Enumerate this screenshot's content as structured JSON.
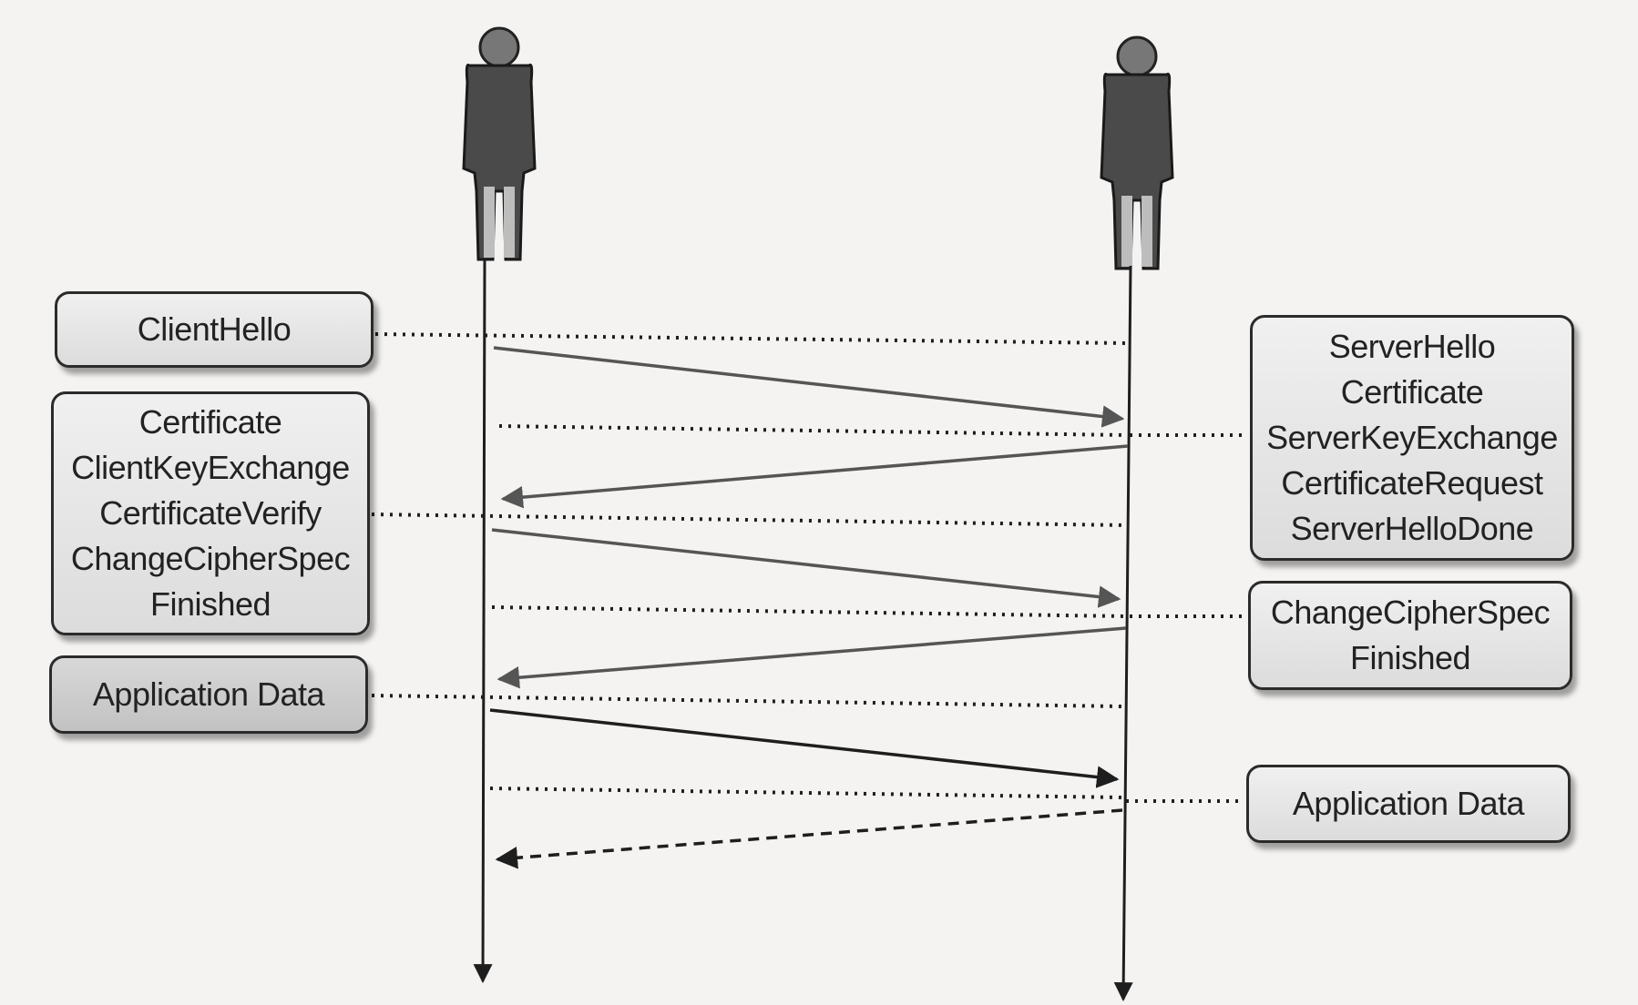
{
  "client_messages": [
    {
      "lines": [
        "ClientHello"
      ]
    },
    {
      "lines": [
        "Certificate",
        "ClientKeyExchange",
        "CertificateVerify",
        "ChangeCipherSpec",
        "Finished"
      ]
    },
    {
      "lines": [
        "Application Data"
      ]
    }
  ],
  "server_messages": [
    {
      "lines": [
        "ServerHello",
        "Certificate",
        "ServerKeyExchange",
        "CertificateRequest",
        "ServerHelloDone"
      ]
    },
    {
      "lines": [
        "ChangeCipherSpec",
        "Finished"
      ]
    },
    {
      "lines": [
        "Application Data"
      ]
    }
  ],
  "participants": [
    {
      "icon": "person-icon"
    },
    {
      "icon": "person-icon"
    }
  ],
  "colors": {
    "line": "#2a2a2a",
    "arrow_gray": "#555555",
    "figure": "#4a4a4a",
    "box_fill": "#e6e6e6"
  }
}
